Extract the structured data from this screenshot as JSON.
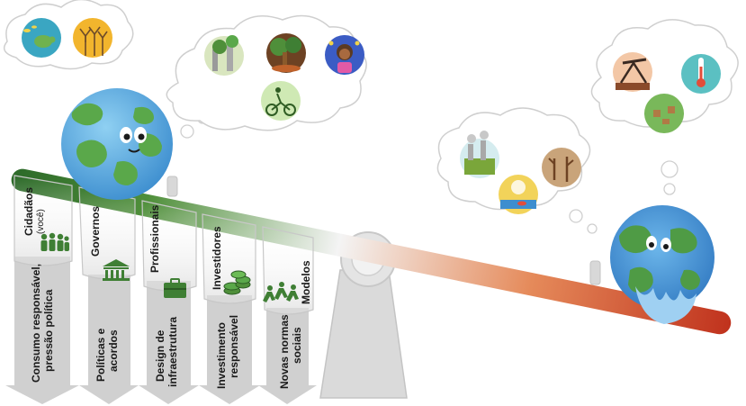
{
  "actors": [
    {
      "name": "Cidadãos",
      "sub": "(você)",
      "action_lines": [
        "Consumo responsável,",
        "pressão política"
      ],
      "icon": "people-icon"
    },
    {
      "name": "Governos",
      "action_lines": [
        "Políticas e",
        "acordos"
      ],
      "icon": "government-building-icon"
    },
    {
      "name": "Profissionais",
      "action_lines": [
        "Design de",
        "infraestrutura"
      ],
      "icon": "briefcase-icon"
    },
    {
      "name": "Investidores",
      "action_lines": [
        "Investimento",
        "responsável"
      ],
      "icon": "coins-icon"
    },
    {
      "name": "Modelos",
      "action_lines": [
        "Novas normas",
        "sociais"
      ],
      "icon": "running-people-icon"
    }
  ],
  "colors": {
    "beam_start": "#2e6b2a",
    "beam_end": "#c0321d",
    "arrow_fill": "#cfcfcf",
    "earth_ocean": "#4f9bd8",
    "earth_land": "#5aa84a"
  },
  "thoughts": {
    "healthy_earth": [
      "turtle-icon",
      "wind-turbine-icon",
      "urban-trees-icon",
      "forest-icon",
      "girl-icon",
      "cyclist-icon"
    ],
    "melting_earth": [
      "oil-pump-icon",
      "thermometer-icon",
      "deforestation-icon",
      "factory-icon",
      "drought-icon",
      "dead-forest-icon"
    ]
  }
}
